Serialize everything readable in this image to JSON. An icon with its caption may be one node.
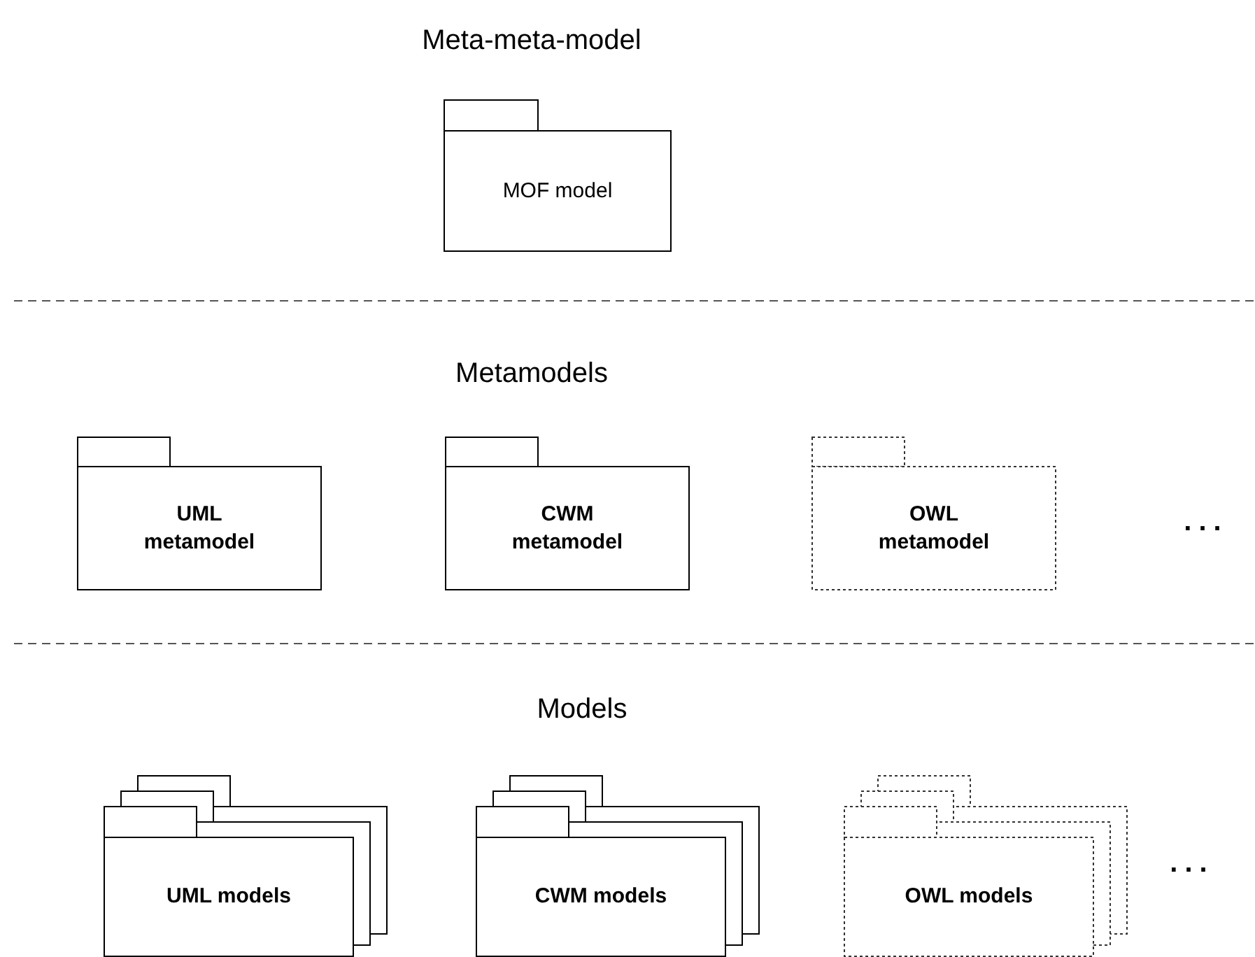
{
  "diagram": {
    "nodes": [
      {
        "text": [
          "MOF model"
        ]
      },
      {
        "text": [
          "UML metamodel"
        ]
      },
      {
        "text": [
          "CWM metamodel"
        ]
      },
      {
        "text": [
          "OWL metamodel"
        ]
      },
      {
        "text": [
          "UML models"
        ]
      },
      {
        "text": [
          "CWM models"
        ]
      },
      {
        "text": [
          "OWL models"
        ]
      }
    ],
    "labels": [
      "Meta-meta-model",
      "Metamodels",
      "...",
      "Models",
      "..."
    ]
  }
}
